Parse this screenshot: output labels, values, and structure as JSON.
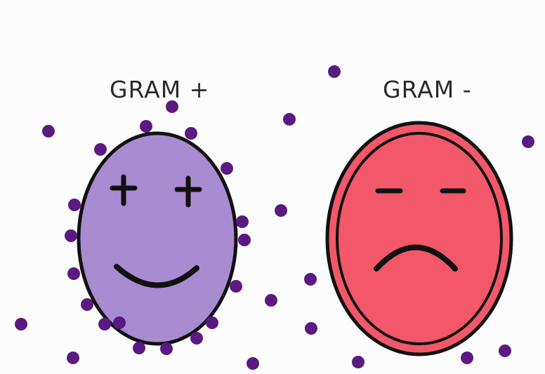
{
  "labels": {
    "gram_positive": "GRAM +",
    "gram_negative": "GRAM -"
  },
  "colors": {
    "background": "#fdfcfd",
    "gram_positive_face": "#a98bd1",
    "gram_negative_face": "#f25869",
    "outline": "#111111",
    "stain_dot": "#5a1a82"
  },
  "faces": {
    "gram_positive": {
      "expression": "smile",
      "eyes": "plus-signs"
    },
    "gram_negative": {
      "expression": "frown",
      "eyes": "minus-signs"
    }
  }
}
